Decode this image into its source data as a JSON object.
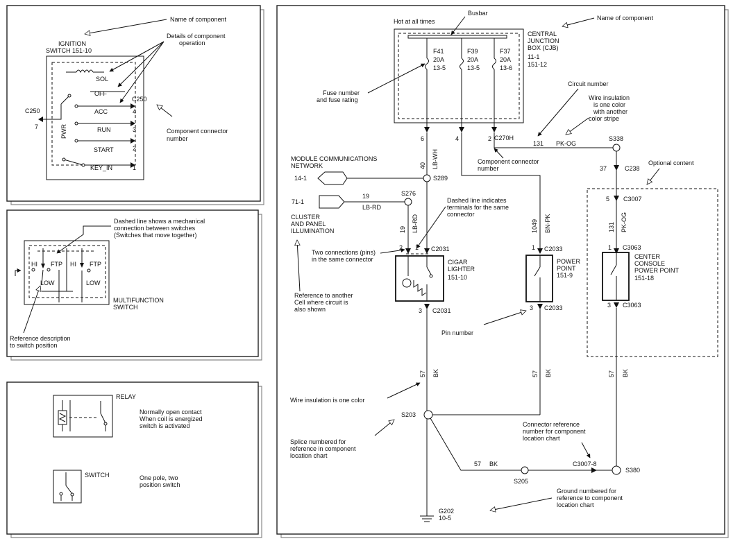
{
  "legend_ignition": {
    "name_callout": "Name of component",
    "title_line1": "IGNITION",
    "title_line2": "SWITCH  151-10",
    "details_line1": "Details of component",
    "details_line2": "operation",
    "sol": "SOL",
    "off": "OFF",
    "acc": "ACC",
    "run": "RUN",
    "start": "START",
    "key_in": "KEY_IN",
    "pwr": "PWR",
    "c250_left": "C250",
    "c250_right": "C250",
    "pin_left": "7",
    "pin_acc": "4",
    "pin_run": "3",
    "pin_start": "2",
    "pin_keyin": "1",
    "connector_callout_1": "Component connector",
    "connector_callout_2": "number"
  },
  "legend_multifunction": {
    "dashed_1": "Dashed line shows a mechanical",
    "dashed_2": "connection between switches",
    "dashed_3": "(Switches that move together)",
    "hi_left": "HI",
    "ftp_1": "FTP",
    "hi_right": "HI",
    "ftp_2": "FTP",
    "low_1": "LOW",
    "low_2": "LOW",
    "mf_1": "MULTIFUNCTION",
    "mf_2": "SWITCH",
    "ref_1": "Reference description",
    "ref_2": "to switch position"
  },
  "legend_relay": {
    "relay_label": "RELAY",
    "relay_desc_1": "Normally open contact",
    "relay_desc_2": "When coil is energized",
    "relay_desc_3": "switch is activated",
    "switch_label": "SWITCH",
    "switch_desc_1": "One pole, two",
    "switch_desc_2": "position switch"
  },
  "main_diagram": {
    "hot": "Hot at all times",
    "busbar": "Busbar",
    "name_callout": "Name of component",
    "cjb_1": "CENTRAL",
    "cjb_2": "JUNCTION",
    "cjb_3": "BOX (CJB)",
    "cjb_4": "11-1",
    "cjb_5": "151-12",
    "f41": "F41",
    "f41_a": "20A",
    "f41_c": "13-5",
    "f39": "F39",
    "f39_a": "20A",
    "f39_c": "13-5",
    "f37": "F37",
    "f37_a": "20A",
    "f37_c": "13-6",
    "fuse_callout_1": "Fuse number",
    "fuse_callout_2": "and fuse rating",
    "circuit_callout": "Circuit number",
    "wire_callout_1": "Wire insulation",
    "wire_callout_2": "is one color",
    "wire_callout_3": "with another",
    "wire_callout_4": "color stripe",
    "pin6": "6",
    "pin4": "4",
    "pin2": "2",
    "c270h": "C270H",
    "w131": "131",
    "pk_og": "PK-OG",
    "s338": "S338",
    "conn_callout_1": "Component connector",
    "conn_callout_2": "number",
    "mcn_1": "MODULE COMMUNICATIONS",
    "mcn_2": "NETWORK",
    "w40": "40",
    "lb_wh": "LB-WH",
    "c14_1": "14-1",
    "s289": "S289",
    "c71_1": "71-1",
    "w19": "19",
    "lb_rd": "LB-RD",
    "s276": "S276",
    "w37": "37",
    "c238": "C238",
    "optional": "Optional content",
    "cluster_1": "CLUSTER",
    "cluster_2": "AND PANEL",
    "cluster_3": "ILLUMINATION",
    "w19_v": "19",
    "lb_rd_v": "LB-RD",
    "dashed_callout_1": "Dashed line indicates",
    "dashed_callout_2": "terminals for the same",
    "dashed_callout_3": "connector",
    "w1049": "1049",
    "bn_pk": "BN-PK",
    "pin5": "5",
    "c3007": "C3007",
    "w131_v": "131",
    "pk_og_v": "PK-OG",
    "two_conn_1": "Two connections (pins)",
    "two_conn_2": "in the same connector",
    "p2": "2",
    "p1": "1",
    "c2031_top": "C2031",
    "cigar_1": "CIGAR",
    "cigar_2": "LIGHTER",
    "cigar_3": "151-10",
    "p1b": "1",
    "c2033_top": "C2033",
    "pp_1": "POWER",
    "pp_2": "POINT",
    "pp_3": "151-9",
    "p1c": "1",
    "c3063_top": "C3063",
    "cc_1": "CENTER",
    "cc_2": "CONSOLE",
    "cc_3": "POWER POINT",
    "cc_4": "151-18",
    "ref_cell_1": "Reference to another",
    "ref_cell_2": "Cell where circuit is",
    "ref_cell_3": "also shown",
    "p3a": "3",
    "c2031_bot": "C2031",
    "p3b": "3",
    "c2033_bot": "C2033",
    "p3c": "3",
    "c3063_bot": "C3063",
    "pin_number": "Pin number",
    "w57_a": "57",
    "bk_a": "BK",
    "w57_b": "57",
    "bk_b": "BK",
    "w57_c": "57",
    "bk_c": "BK",
    "one_color": "Wire insulation is one color",
    "s203": "S203",
    "conn_ref_1": "Connector reference",
    "conn_ref_2": "number for component",
    "conn_ref_3": "location chart",
    "splice_1": "Splice numbered for",
    "splice_2": "reference in component",
    "splice_3": "location chart",
    "w57_d": "57",
    "bk_d": "BK",
    "c3007_8": "C3007-8",
    "s205": "S205",
    "s380": "S380",
    "ground_1": "Ground numbered for",
    "ground_2": "reference to component",
    "ground_3": "location chart",
    "g202": "G202",
    "g202_c": "10-5"
  }
}
